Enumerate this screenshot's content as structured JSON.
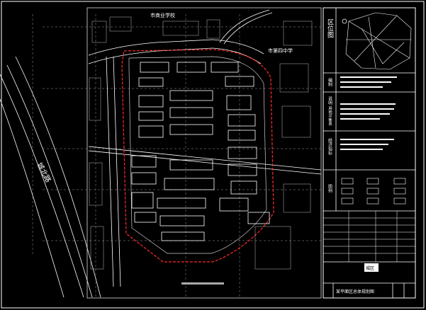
{
  "drawing": {
    "labels": {
      "school": "市商业学校",
      "middle_school": "市第四中学",
      "road": "城北路"
    },
    "sidebar": {
      "location_title": "区位图",
      "rows": [
        {
          "label": "编制"
        },
        {
          "label": "说明"
        },
        {
          "label": "用地平衡表"
        },
        {
          "label": "经济指标"
        },
        {
          "label": "图例"
        }
      ]
    },
    "title_block": {
      "drawing_title": "某平面区总体规划图",
      "stamp": "城区"
    }
  },
  "colors": {
    "line": "#ffffff",
    "boundary": "#ff2a2a",
    "background": "#000000"
  }
}
